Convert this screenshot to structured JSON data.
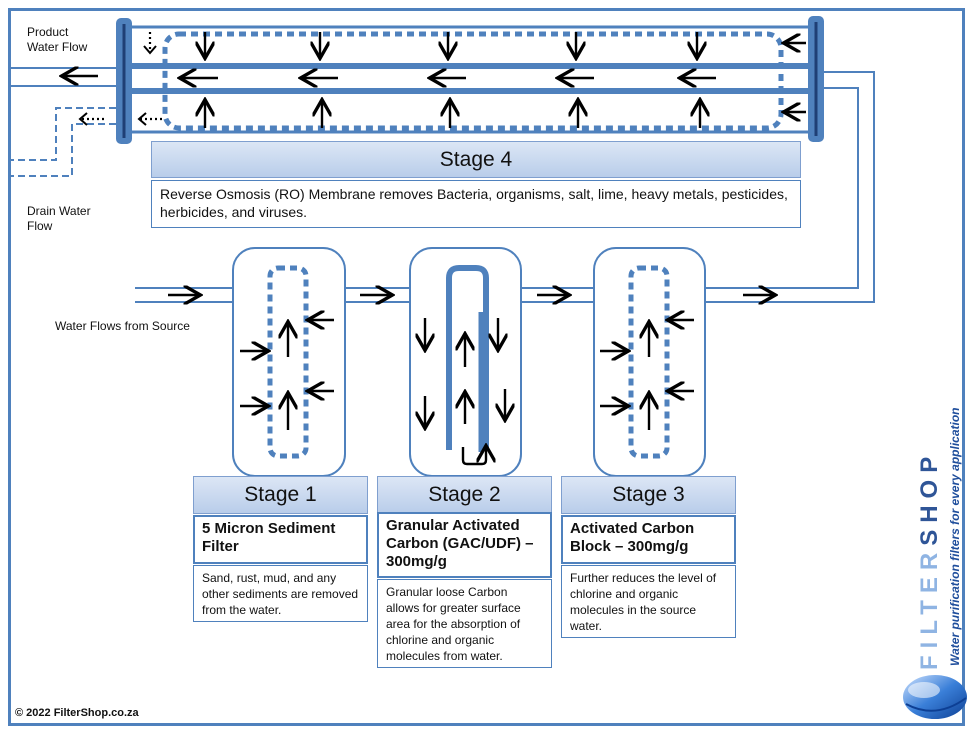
{
  "labels": {
    "product_flow": "Product\nWater Flow",
    "drain_flow": "Drain Water\nFlow",
    "source_flow": "Water Flows from Source"
  },
  "stage4": {
    "title": "Stage 4",
    "description": "Reverse Osmosis (RO) Membrane removes Bacteria, organisms, salt, lime, heavy metals, pesticides, herbicides, and viruses."
  },
  "stages": [
    {
      "title": "Stage 1",
      "name": "5 Micron Sediment Filter",
      "description": "Sand, rust, mud, and any other sediments are removed from the water."
    },
    {
      "title": "Stage 2",
      "name": "Granular Activated Carbon (GAC/UDF) – 300mg/g",
      "description": "Granular loose Carbon allows for greater surface area for the absorption of chlorine and organic molecules from water."
    },
    {
      "title": "Stage 3",
      "name": "Activated Carbon Block – 300mg/g",
      "description": "Further reduces the level of chlorine and organic molecules in the source water."
    }
  ],
  "footer": {
    "copyright": "© 2022 FilterShop.co.za"
  },
  "brand": {
    "name_part1": "FILTER",
    "name_part2": "SHOP",
    "tagline": "Water purification filters for every application",
    "logo_icon": "water-drop-icon"
  },
  "colors": {
    "accent": "#4f81bd",
    "dark": "#2f5597",
    "brand_light": "#8fb4e3",
    "tagline": "#1f4e9c"
  }
}
